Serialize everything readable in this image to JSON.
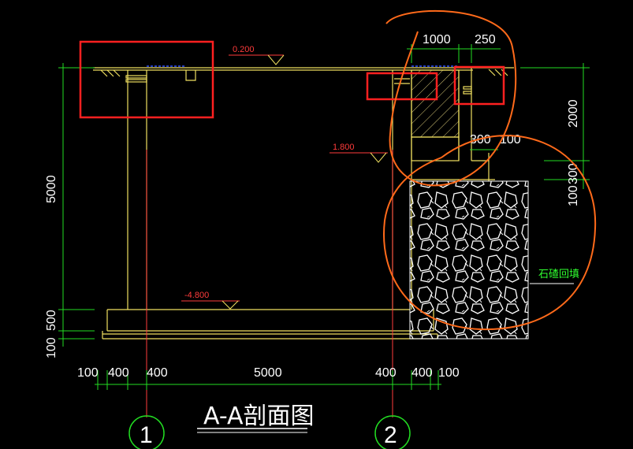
{
  "drawing": {
    "title": "A-A剖面图",
    "note_backfill": "石碴回填",
    "colors": {
      "background": "#000000",
      "structure": "#f0e060",
      "dimension": "#22dd22",
      "text": "#ffffff",
      "elevation": "#ff3b3b",
      "markup_box": "#ff2020",
      "markup_circle": "#ff6a1a",
      "water": "#3050ff"
    }
  },
  "elevations": {
    "top": "0.200",
    "mid": "1.800",
    "bottom": "-4.800"
  },
  "dims_bottom": [
    "100",
    "400",
    "400",
    "5000",
    "400",
    "400",
    "100"
  ],
  "dims_top": [
    "1000",
    "250"
  ],
  "dims_mid": [
    "300",
    "100"
  ],
  "dims_left": [
    "5000",
    "500",
    "100"
  ],
  "dims_right": [
    "2000",
    "300",
    "100"
  ],
  "axes": [
    "1",
    "2"
  ]
}
